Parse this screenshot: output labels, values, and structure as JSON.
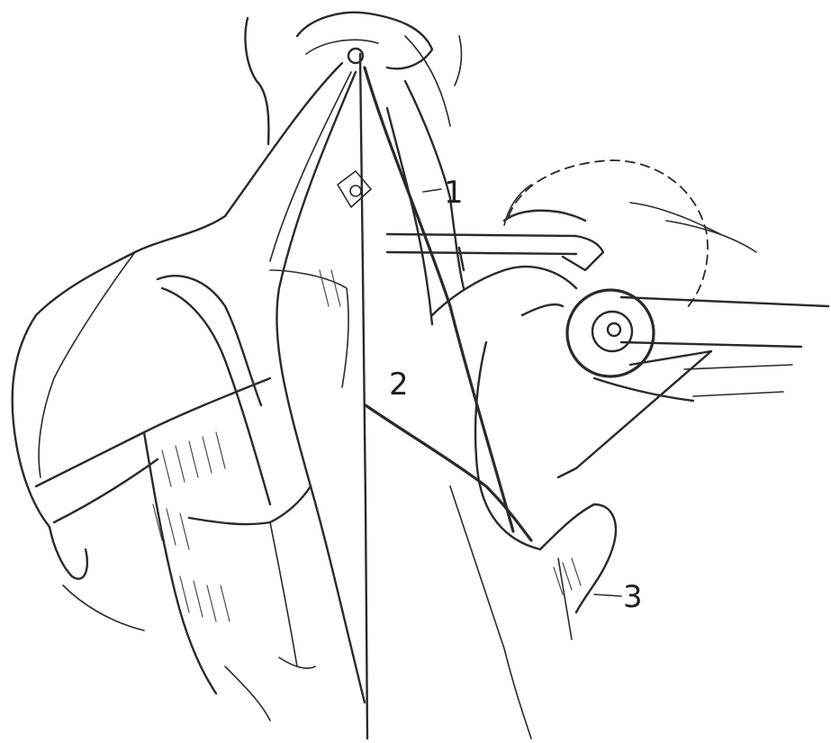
{
  "figure": {
    "labels": [
      {
        "id": "label-1",
        "text": "1"
      },
      {
        "id": "label-2",
        "text": "2"
      },
      {
        "id": "label-3",
        "text": "3"
      }
    ]
  }
}
